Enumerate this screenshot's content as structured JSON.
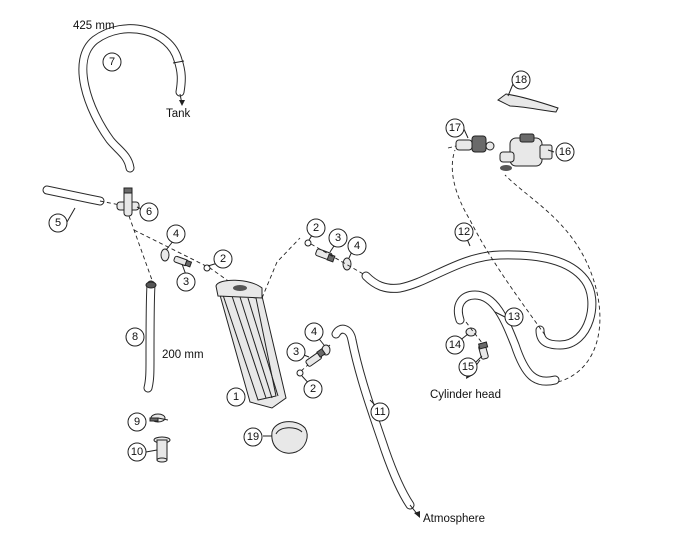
{
  "labels": {
    "length_425": "425 mm",
    "length_200": "200 mm",
    "tank": "Tank",
    "cylinder_head": "Cylinder head",
    "atmosphere": "Atmosphere"
  },
  "callouts": [
    {
      "id": "c1",
      "num": "1"
    },
    {
      "id": "c2a",
      "num": "2"
    },
    {
      "id": "c2b",
      "num": "2"
    },
    {
      "id": "c2c",
      "num": "2"
    },
    {
      "id": "c3a",
      "num": "3"
    },
    {
      "id": "c3b",
      "num": "3"
    },
    {
      "id": "c3c",
      "num": "3"
    },
    {
      "id": "c4a",
      "num": "4"
    },
    {
      "id": "c4b",
      "num": "4"
    },
    {
      "id": "c4c",
      "num": "4"
    },
    {
      "id": "c5",
      "num": "5"
    },
    {
      "id": "c6",
      "num": "6"
    },
    {
      "id": "c7",
      "num": "7"
    },
    {
      "id": "c8",
      "num": "8"
    },
    {
      "id": "c9",
      "num": "9"
    },
    {
      "id": "c10",
      "num": "10"
    },
    {
      "id": "c11",
      "num": "11"
    },
    {
      "id": "c12",
      "num": "12"
    },
    {
      "id": "c13",
      "num": "13"
    },
    {
      "id": "c14",
      "num": "14"
    },
    {
      "id": "c15",
      "num": "15"
    },
    {
      "id": "c16",
      "num": "16"
    },
    {
      "id": "c17",
      "num": "17"
    },
    {
      "id": "c18",
      "num": "18"
    },
    {
      "id": "c19",
      "num": "19"
    }
  ]
}
